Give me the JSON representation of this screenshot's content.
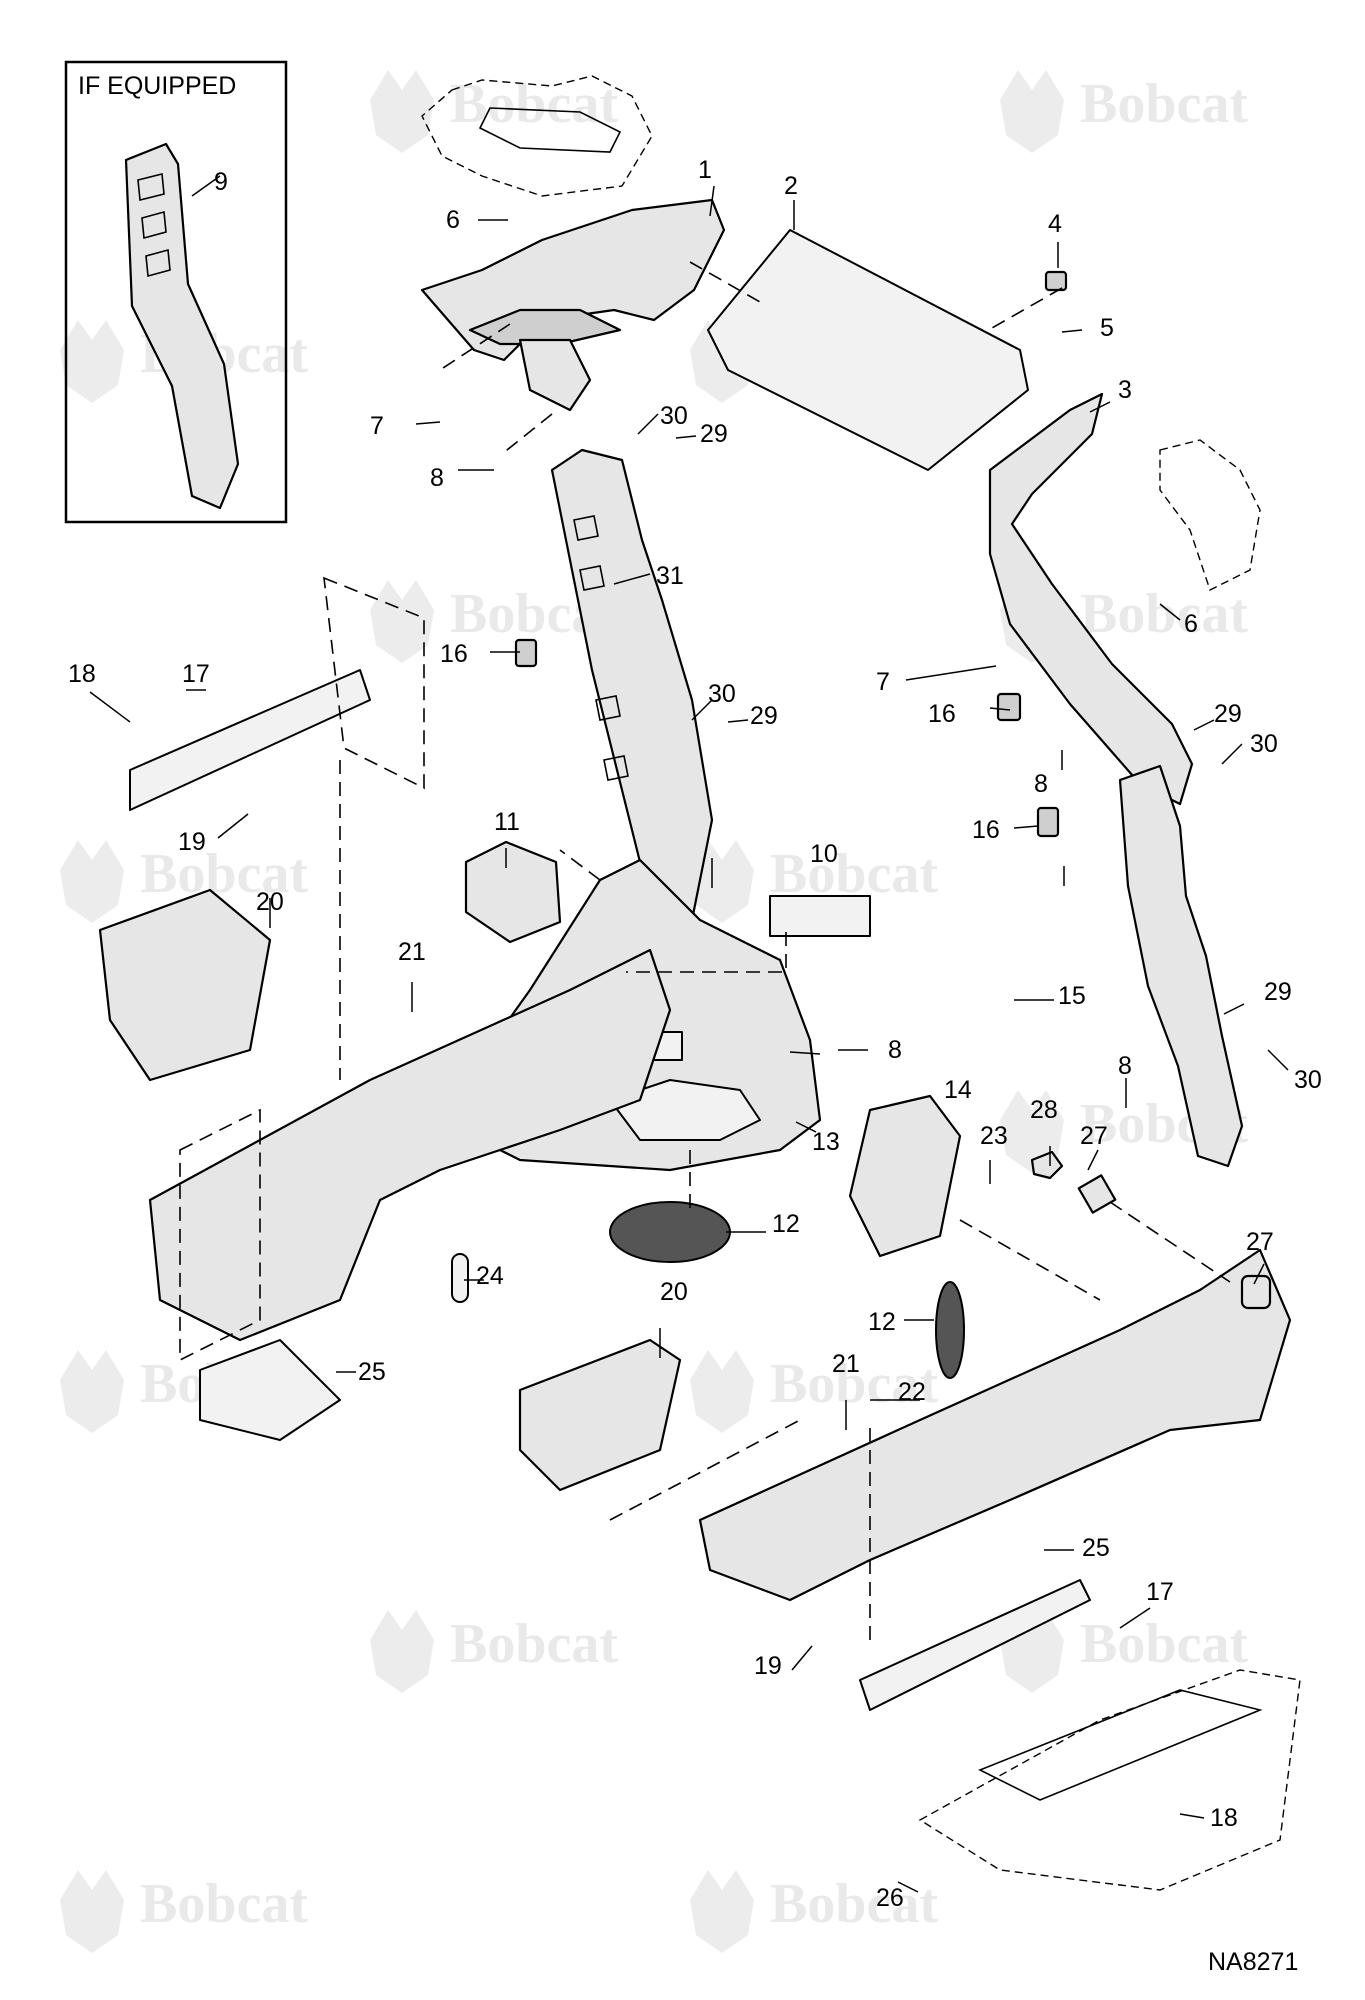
{
  "figure": {
    "inset_label": "IF EQUIPPED",
    "figure_code": "NA8271",
    "watermark_text": "Bobcat",
    "callouts": [
      "1",
      "2",
      "3",
      "4",
      "5",
      "6",
      "6",
      "7",
      "7",
      "8",
      "8",
      "8",
      "8",
      "9",
      "10",
      "11",
      "12",
      "12",
      "13",
      "14",
      "15",
      "16",
      "16",
      "16",
      "17",
      "17",
      "18",
      "18",
      "19",
      "19",
      "20",
      "20",
      "21",
      "21",
      "22",
      "23",
      "24",
      "25",
      "25",
      "26",
      "27",
      "27",
      "28",
      "29",
      "29",
      "29",
      "29",
      "30",
      "30",
      "30",
      "30",
      "31"
    ]
  },
  "colors": {
    "line": "#000000",
    "part_fill": "#e6e6e6",
    "watermark": "#e9e9e9"
  }
}
